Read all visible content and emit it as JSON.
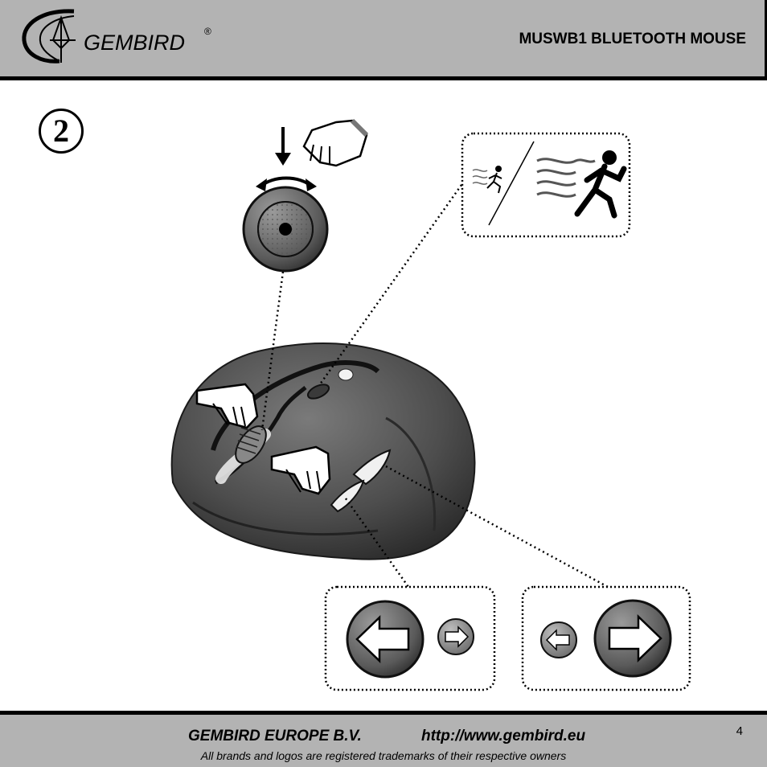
{
  "header": {
    "brand": "GEMBIRD",
    "registered_mark": "®",
    "title": "MUSWB1 BLUETOOTH MOUSE"
  },
  "step": {
    "number": "2"
  },
  "illustrations": {
    "scroll_wheel": "scroll-wheel-diagram",
    "dpi_switch": "speed-switch-diagram",
    "back_button": "back-arrow-button-diagram",
    "forward_button": "forward-arrow-button-diagram"
  },
  "footer": {
    "company": "GEMBIRD EUROPE B.V.",
    "url": "http://www.gembird.eu",
    "note": "All brands and logos are registered trademarks of their respective owners",
    "page_number": "4"
  },
  "colors": {
    "band": "#b3b3b3",
    "mouse_body": "#4a4a4a",
    "text": "#000000"
  }
}
